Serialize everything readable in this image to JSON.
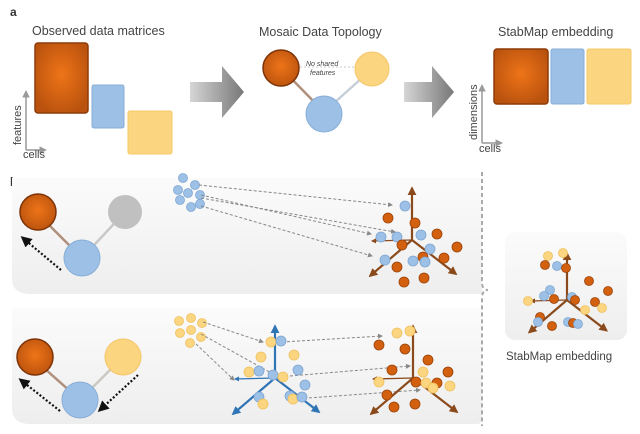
{
  "panel_a": {
    "label": "a",
    "observed_title": "Observed data matrices",
    "topology_title": "Mosaic Data Topology",
    "no_shared_text_1": "No shared",
    "no_shared_text_2": "features",
    "embedding_title": "StabMap embedding",
    "axis_features": "features",
    "axis_cells": "cells",
    "axis_dimensions": "dimensions",
    "axis_cells_2": "cells"
  },
  "panel_b": {
    "label": "b",
    "embedding_caption": "StabMap embedding"
  },
  "colors": {
    "orange": "#d2600f",
    "blue": "#9cc0e6",
    "yellow": "#fbd580",
    "grey": "#c0c0c0",
    "brown_axis": "#8a4a1c",
    "blue_axis": "#2f74b5",
    "text": "#444444"
  }
}
